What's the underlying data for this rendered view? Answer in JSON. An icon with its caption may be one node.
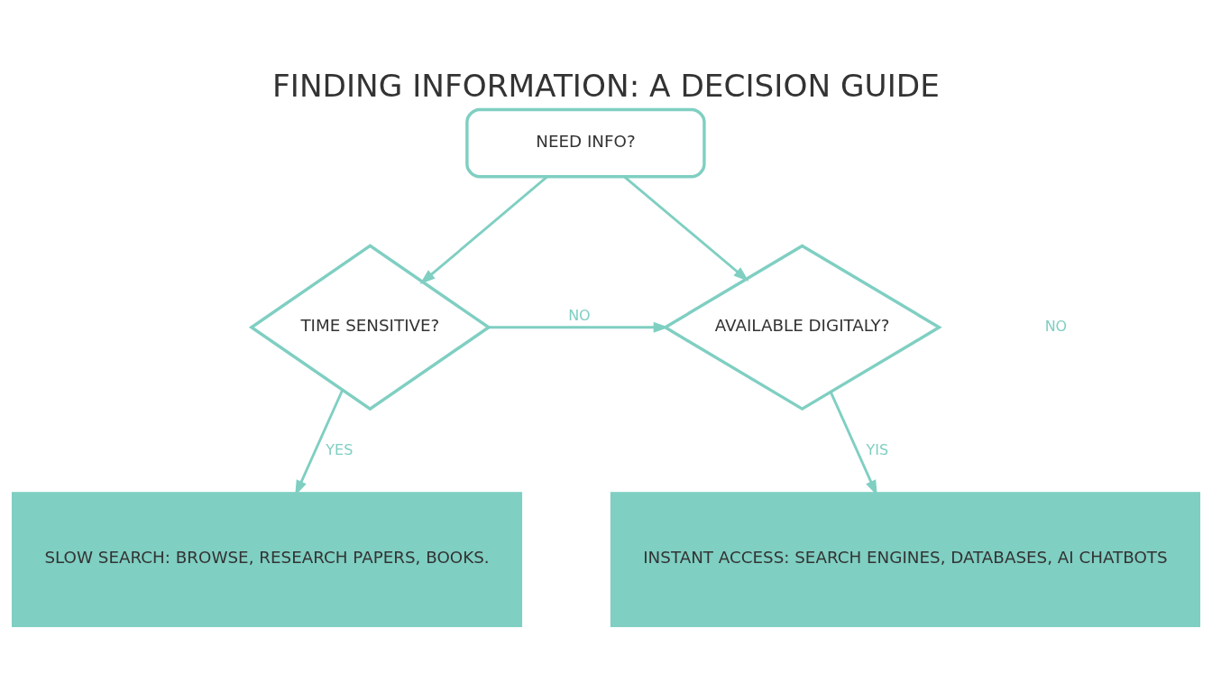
{
  "diagram": {
    "title": "FINDING INFORMATION: A DECISION GUIDE",
    "nodes": [
      {
        "text": [
          "NEED INFO?"
        ]
      },
      {
        "text": [
          "TIME SENSITIVE?"
        ]
      },
      {
        "text": [
          "AVAILABLE DIGITALY?"
        ]
      },
      {
        "text": [
          "SLOW SEARCH: BROWSE, RESEARCH PAPERS, BOOKS."
        ]
      },
      {
        "text": [
          "INSTANT ACCESS: SEARCH ENGINES, DATABASES, AI CHATBOTS"
        ]
      }
    ],
    "edges": [
      {
        "from": 0,
        "to": 1,
        "arrow": "to"
      },
      {
        "from": 0,
        "to": 2,
        "arrow": "to"
      },
      {
        "from": 1,
        "to": 2,
        "arrow": "to",
        "label": "NO"
      },
      {
        "from": 1,
        "to": 3,
        "arrow": "to",
        "label": "YES"
      },
      {
        "from": 2,
        "to": 4,
        "arrow": "to",
        "label": "YIS"
      }
    ],
    "labels": [
      "NO"
    ]
  }
}
